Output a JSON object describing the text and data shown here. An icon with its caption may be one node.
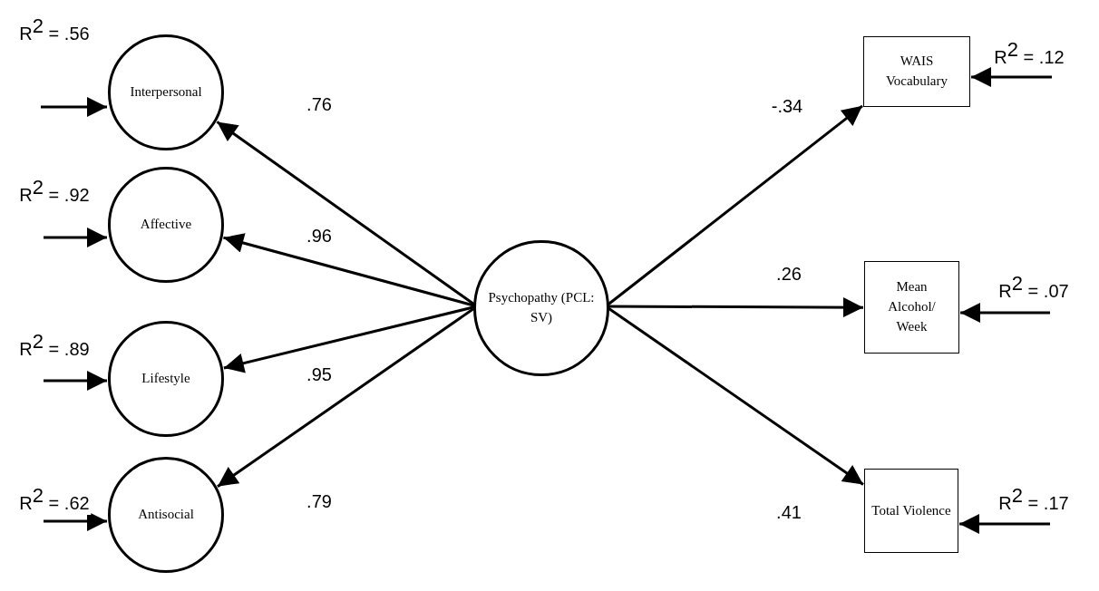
{
  "diagram": {
    "nodes": [
      {
        "text": [
          "Interpersonal"
        ]
      },
      {
        "text": [
          "Affective"
        ]
      },
      {
        "text": [
          "Lifestyle"
        ]
      },
      {
        "text": [
          "Antisocial"
        ]
      },
      {
        "text": [
          "Psychopathy (PCL: SV)"
        ]
      },
      {
        "text": [
          "WAIS Vocabulary"
        ]
      },
      {
        "text": [
          "Mean Alcohol/ Week"
        ]
      },
      {
        "text": [
          "Total Violence"
        ]
      }
    ],
    "edges": [
      {
        "from": 4,
        "to": 0,
        "arrow": "to",
        "label": ".76"
      },
      {
        "from": 4,
        "to": 1,
        "arrow": "to",
        "label": ".96"
      },
      {
        "from": 4,
        "to": 2,
        "arrow": "to",
        "label": ".95"
      },
      {
        "from": 4,
        "to": 3,
        "arrow": "to",
        "label": ".79"
      },
      {
        "from": 4,
        "to": 5,
        "arrow": "to",
        "label": "-.34"
      },
      {
        "from": 4,
        "to": 6,
        "arrow": "to",
        "label": ".26"
      },
      {
        "from": 4,
        "to": 7,
        "arrow": "to",
        "label": ".41"
      },
      {
        "from": null,
        "to": 0,
        "arrow": "to",
        "label": "R$^{2}$ = .56"
      },
      {
        "from": null,
        "to": 1,
        "arrow": "to",
        "label": "R$^{2}$ = .92"
      },
      {
        "from": null,
        "to": 2,
        "arrow": "to",
        "label": "R$^{2}$ = .89"
      },
      {
        "from": null,
        "to": 3,
        "arrow": "to",
        "label": "R$^{2}$ = .62"
      },
      {
        "from": null,
        "to": 5,
        "arrow": "to",
        "label": "R$^{2}$ = .12"
      },
      {
        "from": null,
        "to": 6,
        "arrow": "to",
        "label": "R$^{2}$ = .07"
      },
      {
        "from": null,
        "to": 7,
        "arrow": "to",
        "label": "R$^{2}$ = .17"
      }
    ]
  }
}
